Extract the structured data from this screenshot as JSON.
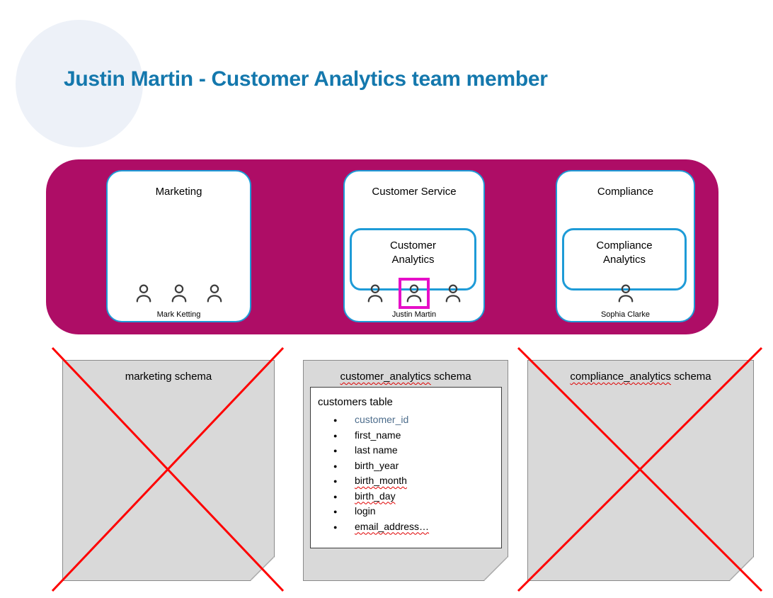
{
  "title": "Justin Martin - Customer Analytics team member",
  "colors": {
    "title_blue": "#1478ad",
    "band_magenta": "#ae0d66",
    "box_border_blue": "#1e9bd7",
    "highlight_magenta": "#e60fc8",
    "note_grey": "#d9d9d9",
    "cross_red": "#fe0000"
  },
  "org": {
    "departments": [
      {
        "name": "Marketing",
        "member": "Mark Ketting"
      },
      {
        "name": "Customer Service",
        "team": "Customer Analytics",
        "member": "Justin Martin"
      },
      {
        "name": "Compliance",
        "team": "Compliance Analytics",
        "member": "Sophia Clarke"
      }
    ]
  },
  "notes": [
    {
      "name": "marketing",
      "suffix": "schema",
      "crossed_out": true
    },
    {
      "name": "customer_analytics",
      "suffix": "schema",
      "crossed_out": false,
      "table": {
        "title": "customers table",
        "fields": [
          "customer_id",
          "first_name",
          "last name",
          "birth_year",
          "birth_month",
          "birth_day",
          "login",
          "email_address…"
        ]
      }
    },
    {
      "name": "compliance_analytics",
      "suffix": "schema",
      "crossed_out": true
    }
  ]
}
